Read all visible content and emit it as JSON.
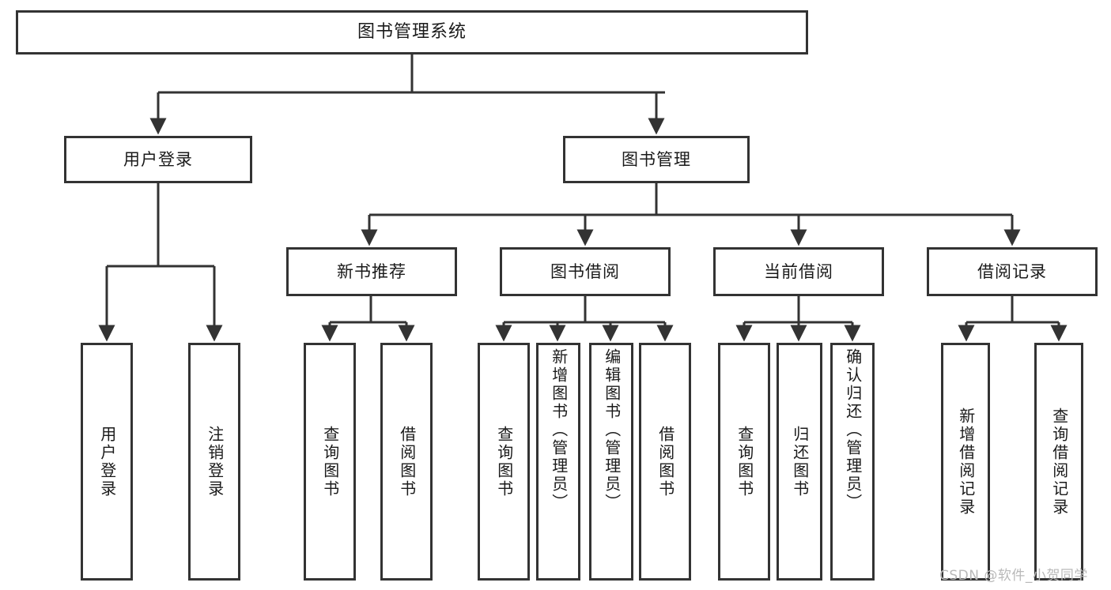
{
  "diagram": {
    "title": "图书管理系统",
    "type": "hierarchy-tree",
    "root": {
      "id": "root",
      "label": "图书管理系统"
    },
    "level1": [
      {
        "id": "user-login",
        "label": "用户登录"
      },
      {
        "id": "book-manage",
        "label": "图书管理"
      }
    ],
    "level2": [
      {
        "id": "new-book-recommend",
        "label": "新书推荐",
        "parent": "book-manage"
      },
      {
        "id": "book-borrow",
        "label": "图书借阅",
        "parent": "book-manage"
      },
      {
        "id": "current-borrow",
        "label": "当前借阅",
        "parent": "book-manage"
      },
      {
        "id": "borrow-record",
        "label": "借阅记录",
        "parent": "book-manage"
      }
    ],
    "leaves": [
      {
        "id": "leaf-user-login",
        "label": "用户登录",
        "parent": "user-login"
      },
      {
        "id": "leaf-logout",
        "label": "注销登录",
        "parent": "user-login"
      },
      {
        "id": "leaf-query-book-1",
        "label": "查询图书",
        "parent": "new-book-recommend"
      },
      {
        "id": "leaf-borrow-book-1",
        "label": "借阅图书",
        "parent": "new-book-recommend"
      },
      {
        "id": "leaf-query-book-2",
        "label": "查询图书",
        "parent": "book-borrow"
      },
      {
        "id": "leaf-add-book",
        "label": "新增图书（管理员）",
        "parent": "book-borrow"
      },
      {
        "id": "leaf-edit-book",
        "label": "编辑图书（管理员）",
        "parent": "book-borrow"
      },
      {
        "id": "leaf-borrow-book-2",
        "label": "借阅图书",
        "parent": "book-borrow"
      },
      {
        "id": "leaf-query-book-3",
        "label": "查询图书",
        "parent": "current-borrow"
      },
      {
        "id": "leaf-return-book",
        "label": "归还图书",
        "parent": "current-borrow"
      },
      {
        "id": "leaf-confirm-return",
        "label": "确认归还（管理员）",
        "parent": "current-borrow"
      },
      {
        "id": "leaf-add-record",
        "label": "新增借阅记录",
        "parent": "borrow-record"
      },
      {
        "id": "leaf-query-record",
        "label": "查询借阅记录",
        "parent": "borrow-record"
      }
    ]
  },
  "watermark": {
    "text": "CSDN @软件_小贺同学"
  },
  "colors": {
    "stroke": "#333333",
    "text": "#1a1a1a",
    "background": "#ffffff",
    "watermark": "#b9b9b9"
  }
}
